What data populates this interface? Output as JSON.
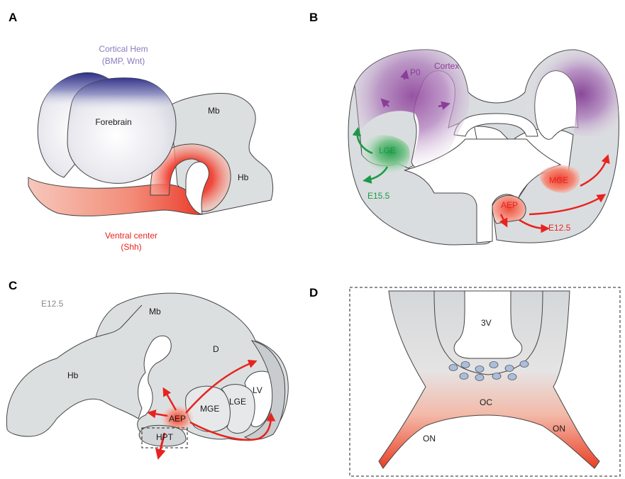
{
  "panels": {
    "a": {
      "letter": "A",
      "cortical_hem": "Cortical Hem",
      "cortical_hem_signals": "(BMP, Wnt)",
      "forebrain": "Forebrain",
      "midbrain": "Mb",
      "hindbrain": "Hb",
      "ventral_center": "Ventral center",
      "ventral_signal": "(Shh)"
    },
    "b": {
      "letter": "B",
      "cortex": "Cortex",
      "p0": "P0",
      "lge": "LGE",
      "e155": "E15.5",
      "mge": "MGE",
      "aep": "AEP",
      "e125": "E12.5"
    },
    "c": {
      "letter": "C",
      "stage": "E12.5",
      "mb": "Mb",
      "d": "D",
      "hb": "Hb",
      "lv": "LV",
      "aep": "AEP",
      "mge": "MGE",
      "lge": "LGE",
      "hpt": "HPT"
    },
    "d": {
      "letter": "D",
      "third_ventricle": "3V",
      "oc": "OC",
      "on_left": "ON",
      "on_right": "ON"
    }
  },
  "colors": {
    "tissue": "#d9dcdd",
    "outline": "#444444",
    "cortical_hem": "#8a7bbf",
    "ventral": "#e8231f",
    "cortex_purple": "#8b3d98",
    "lge_green": "#1a9a48",
    "arrow_red": "#e8231f",
    "dots": "#a9bedd"
  }
}
